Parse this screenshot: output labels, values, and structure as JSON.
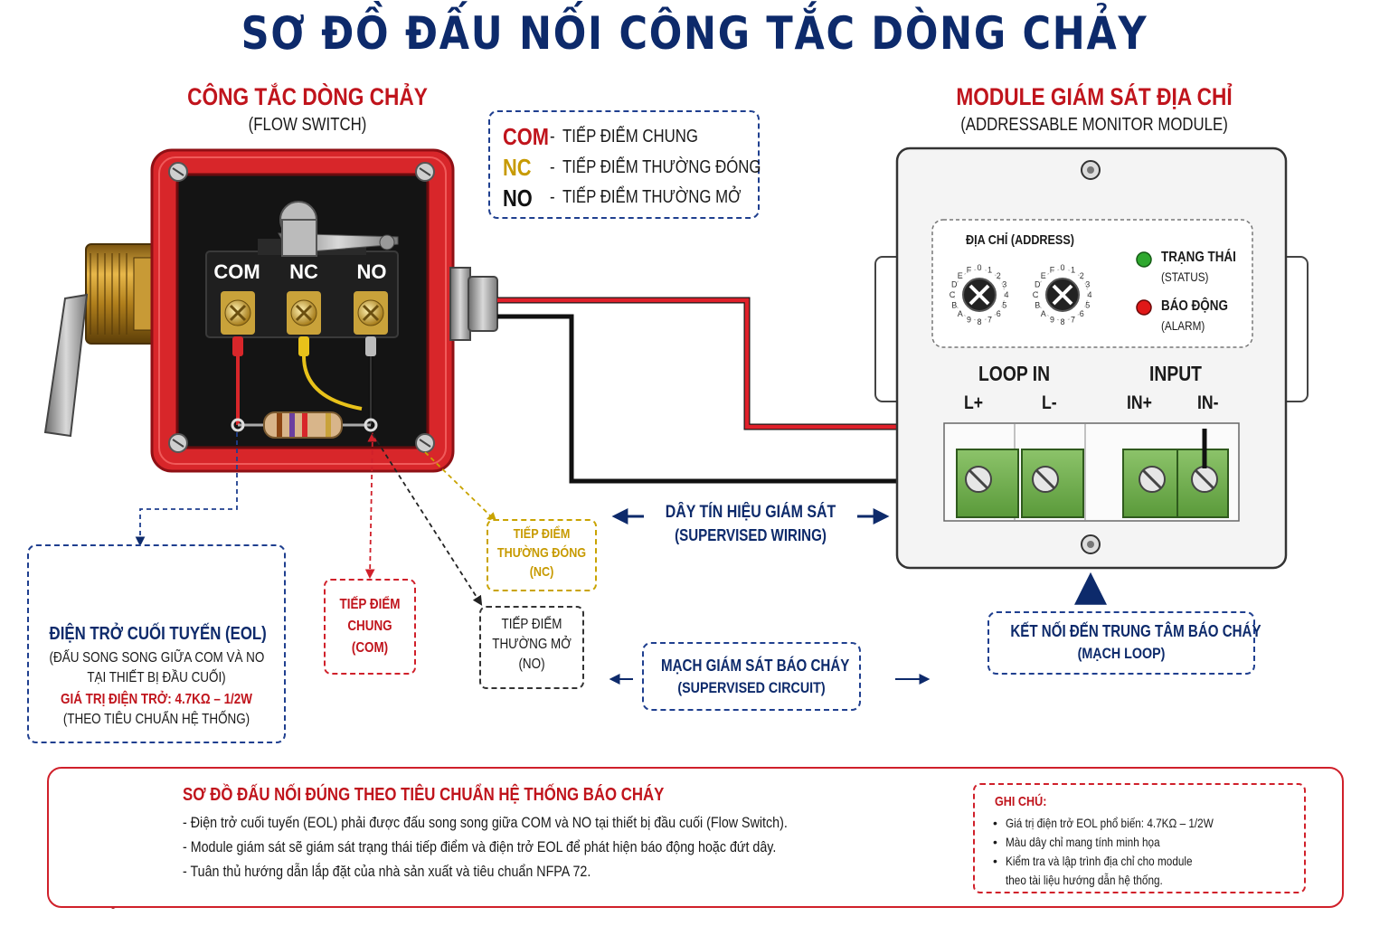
{
  "title": "SƠ ĐỒ ĐẤU NỐI CÔNG TẮC DÒNG CHẢY",
  "flow_switch": {
    "title": "CÔNG TẮC DÒNG CHẢY",
    "subtitle": "(FLOW SWITCH)",
    "terminals": [
      "COM",
      "NC",
      "NO"
    ]
  },
  "legend": [
    {
      "code": "COM",
      "sep": "-",
      "desc": "TIẾP ĐIỂM CHUNG",
      "color": "#c0141c"
    },
    {
      "code": "NC",
      "sep": "-",
      "desc": "TIẾP ĐIỂM THƯỜNG ĐÓNG",
      "color": "#c79a00"
    },
    {
      "code": "NO",
      "sep": "-",
      "desc": "TIẾP ĐIỂM THƯỜNG MỞ",
      "color": "#111111"
    }
  ],
  "module": {
    "title": "MODULE GIÁM SÁT ĐỊA CHỈ",
    "subtitle": "(ADDRESSABLE MONITOR MODULE)",
    "address_label": "ĐỊA CHỈ (ADDRESS)",
    "dial_digits": [
      "0",
      "1",
      "2",
      "3",
      "4",
      "5",
      "6",
      "7",
      "8",
      "9",
      "A",
      "B",
      "C",
      "D",
      "E",
      "F"
    ],
    "status_label": "TRẠNG THÁI",
    "status_sub": "(STATUS)",
    "alarm_label": "BÁO ĐỘNG",
    "alarm_sub": "(ALARM)",
    "loop_in": "LOOP IN",
    "input": "INPUT",
    "l_plus": "L+",
    "l_minus": "L-",
    "in_plus": "IN+",
    "in_minus": "IN-",
    "status_color": "#2ea82e",
    "alarm_color": "#e01818"
  },
  "wiring": {
    "line1": "DÂY TÍN HIỆU GIÁM SÁT",
    "line2": "(SUPERVISED WIRING)"
  },
  "eol": {
    "title": "ĐIỆN TRỞ CUỐI TUYẾN (EOL)",
    "desc1": "(ĐẤU SONG SONG GIỮA COM VÀ NO",
    "desc2": "TẠI THIẾT BỊ ĐẦU CUỐI)",
    "value": "GIÁ TRỊ ĐIỆN TRỞ: 4.7KΩ – 1/2W",
    "standard": "(THEO TIÊU CHUẨN HỆ THỐNG)"
  },
  "callouts": {
    "com": [
      "TIẾP ĐIỂM",
      "CHUNG",
      "(COM)"
    ],
    "nc": [
      "TIẾP ĐIỂM",
      "THƯỜNG ĐÓNG",
      "(NC)"
    ],
    "no": [
      "TIẾP ĐIỂM",
      "THƯỜNG MỞ",
      "(NO)"
    ]
  },
  "circuit": {
    "line1": "MẠCH GIÁM SÁT BÁO CHÁY",
    "line2": "(SUPERVISED CIRCUIT)"
  },
  "panel_link": {
    "line1": "KẾT NỐI ĐẾN TRUNG TÂM BÁO CHÁY",
    "line2": "(MẠCH LOOP)"
  },
  "standard_box": {
    "title": "SƠ ĐỒ ĐẤU NỐI ĐÚNG THEO TIÊU CHUẨN HỆ THỐNG BÁO CHÁY",
    "items": [
      "- Điện trở cuối tuyến (EOL) phải được đấu song song giữa COM và NO tại thiết bị đầu cuối (Flow Switch).",
      "- Module giám sát sẽ giám sát trạng thái tiếp điểm và điện trở EOL để phát hiện báo động hoặc đứt dây.",
      "- Tuân thủ hướng dẫn lắp đặt của nhà sản xuất và tiêu chuẩn NFPA 72."
    ]
  },
  "notes": {
    "title": "GHI CHÚ:",
    "items": [
      "Giá trị điện trở EOL phổ biến: 4.7KΩ – 1/2W",
      "Màu dây chỉ mang tính minh họa",
      "Kiểm tra và lập trình địa chỉ cho module",
      "theo tài liệu hướng dẫn hệ thống."
    ]
  }
}
